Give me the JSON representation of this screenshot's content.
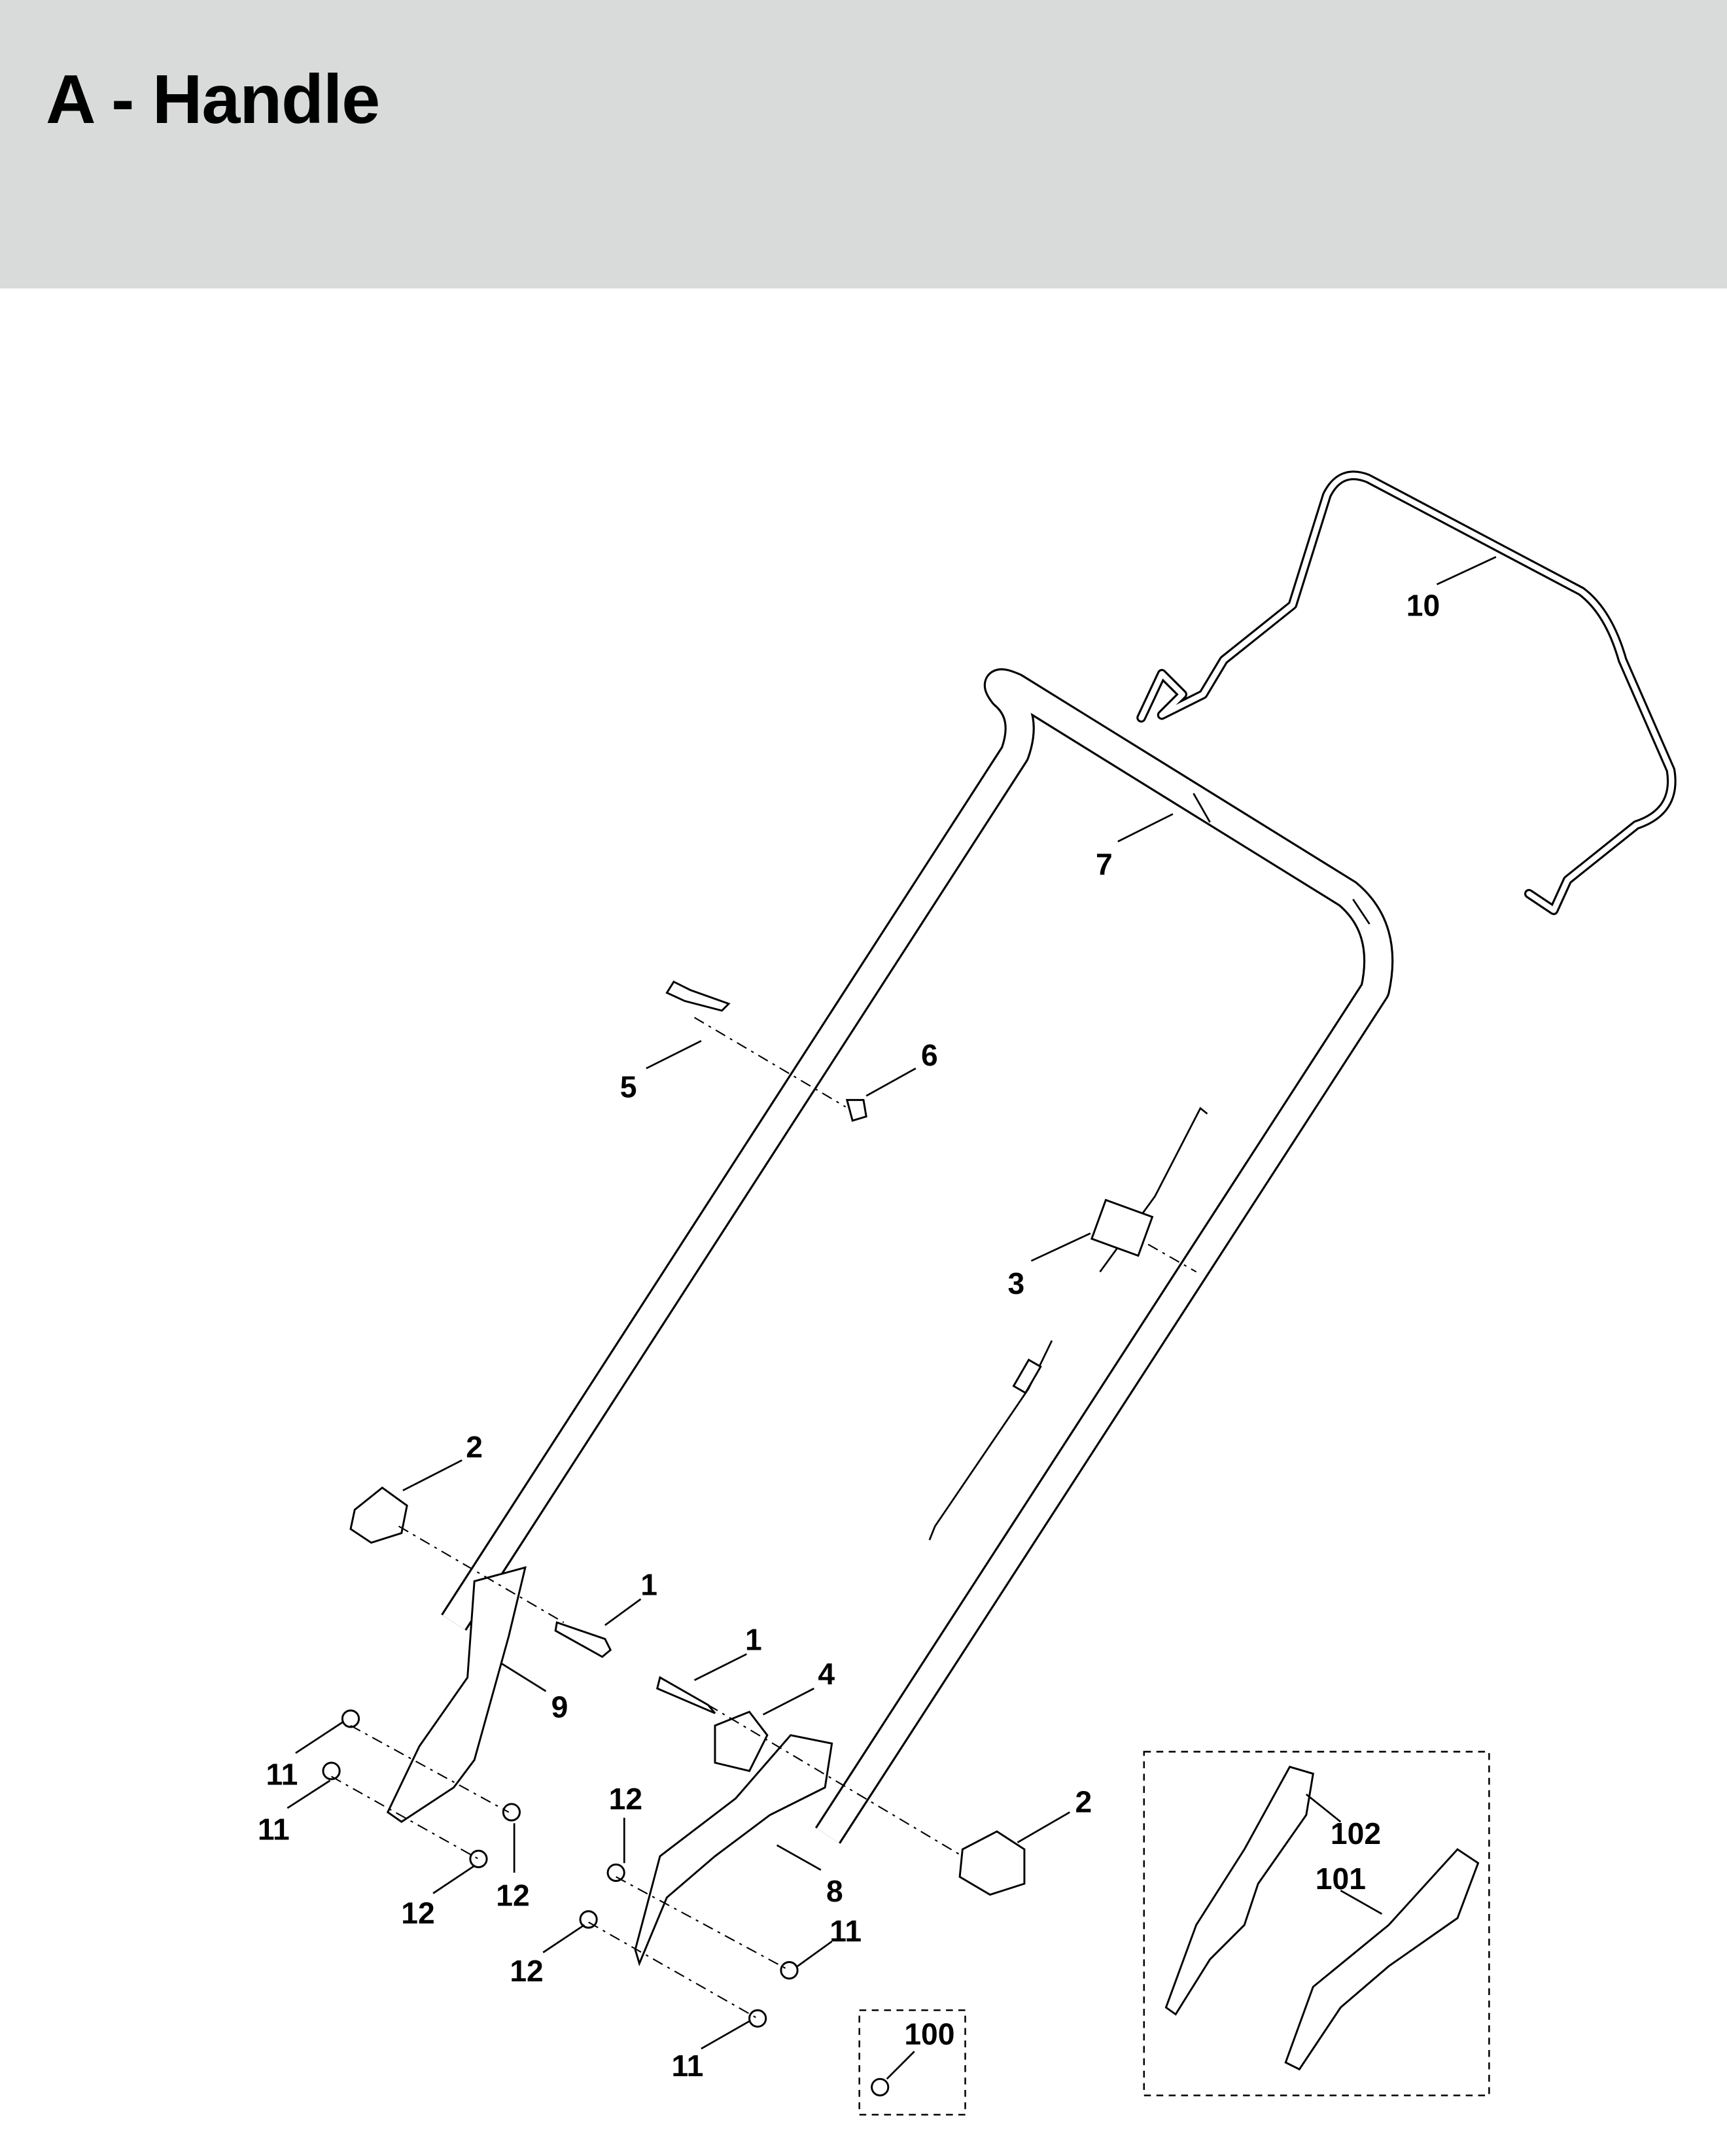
{
  "header": {
    "title": "A - Handle"
  },
  "diagram": {
    "callouts": [
      "10",
      "7",
      "6",
      "5",
      "3",
      "2",
      "1",
      "1",
      "4",
      "9",
      "11",
      "11",
      "12",
      "2",
      "102",
      "101",
      "8",
      "12",
      "12",
      "11",
      "12",
      "100",
      "11"
    ]
  }
}
